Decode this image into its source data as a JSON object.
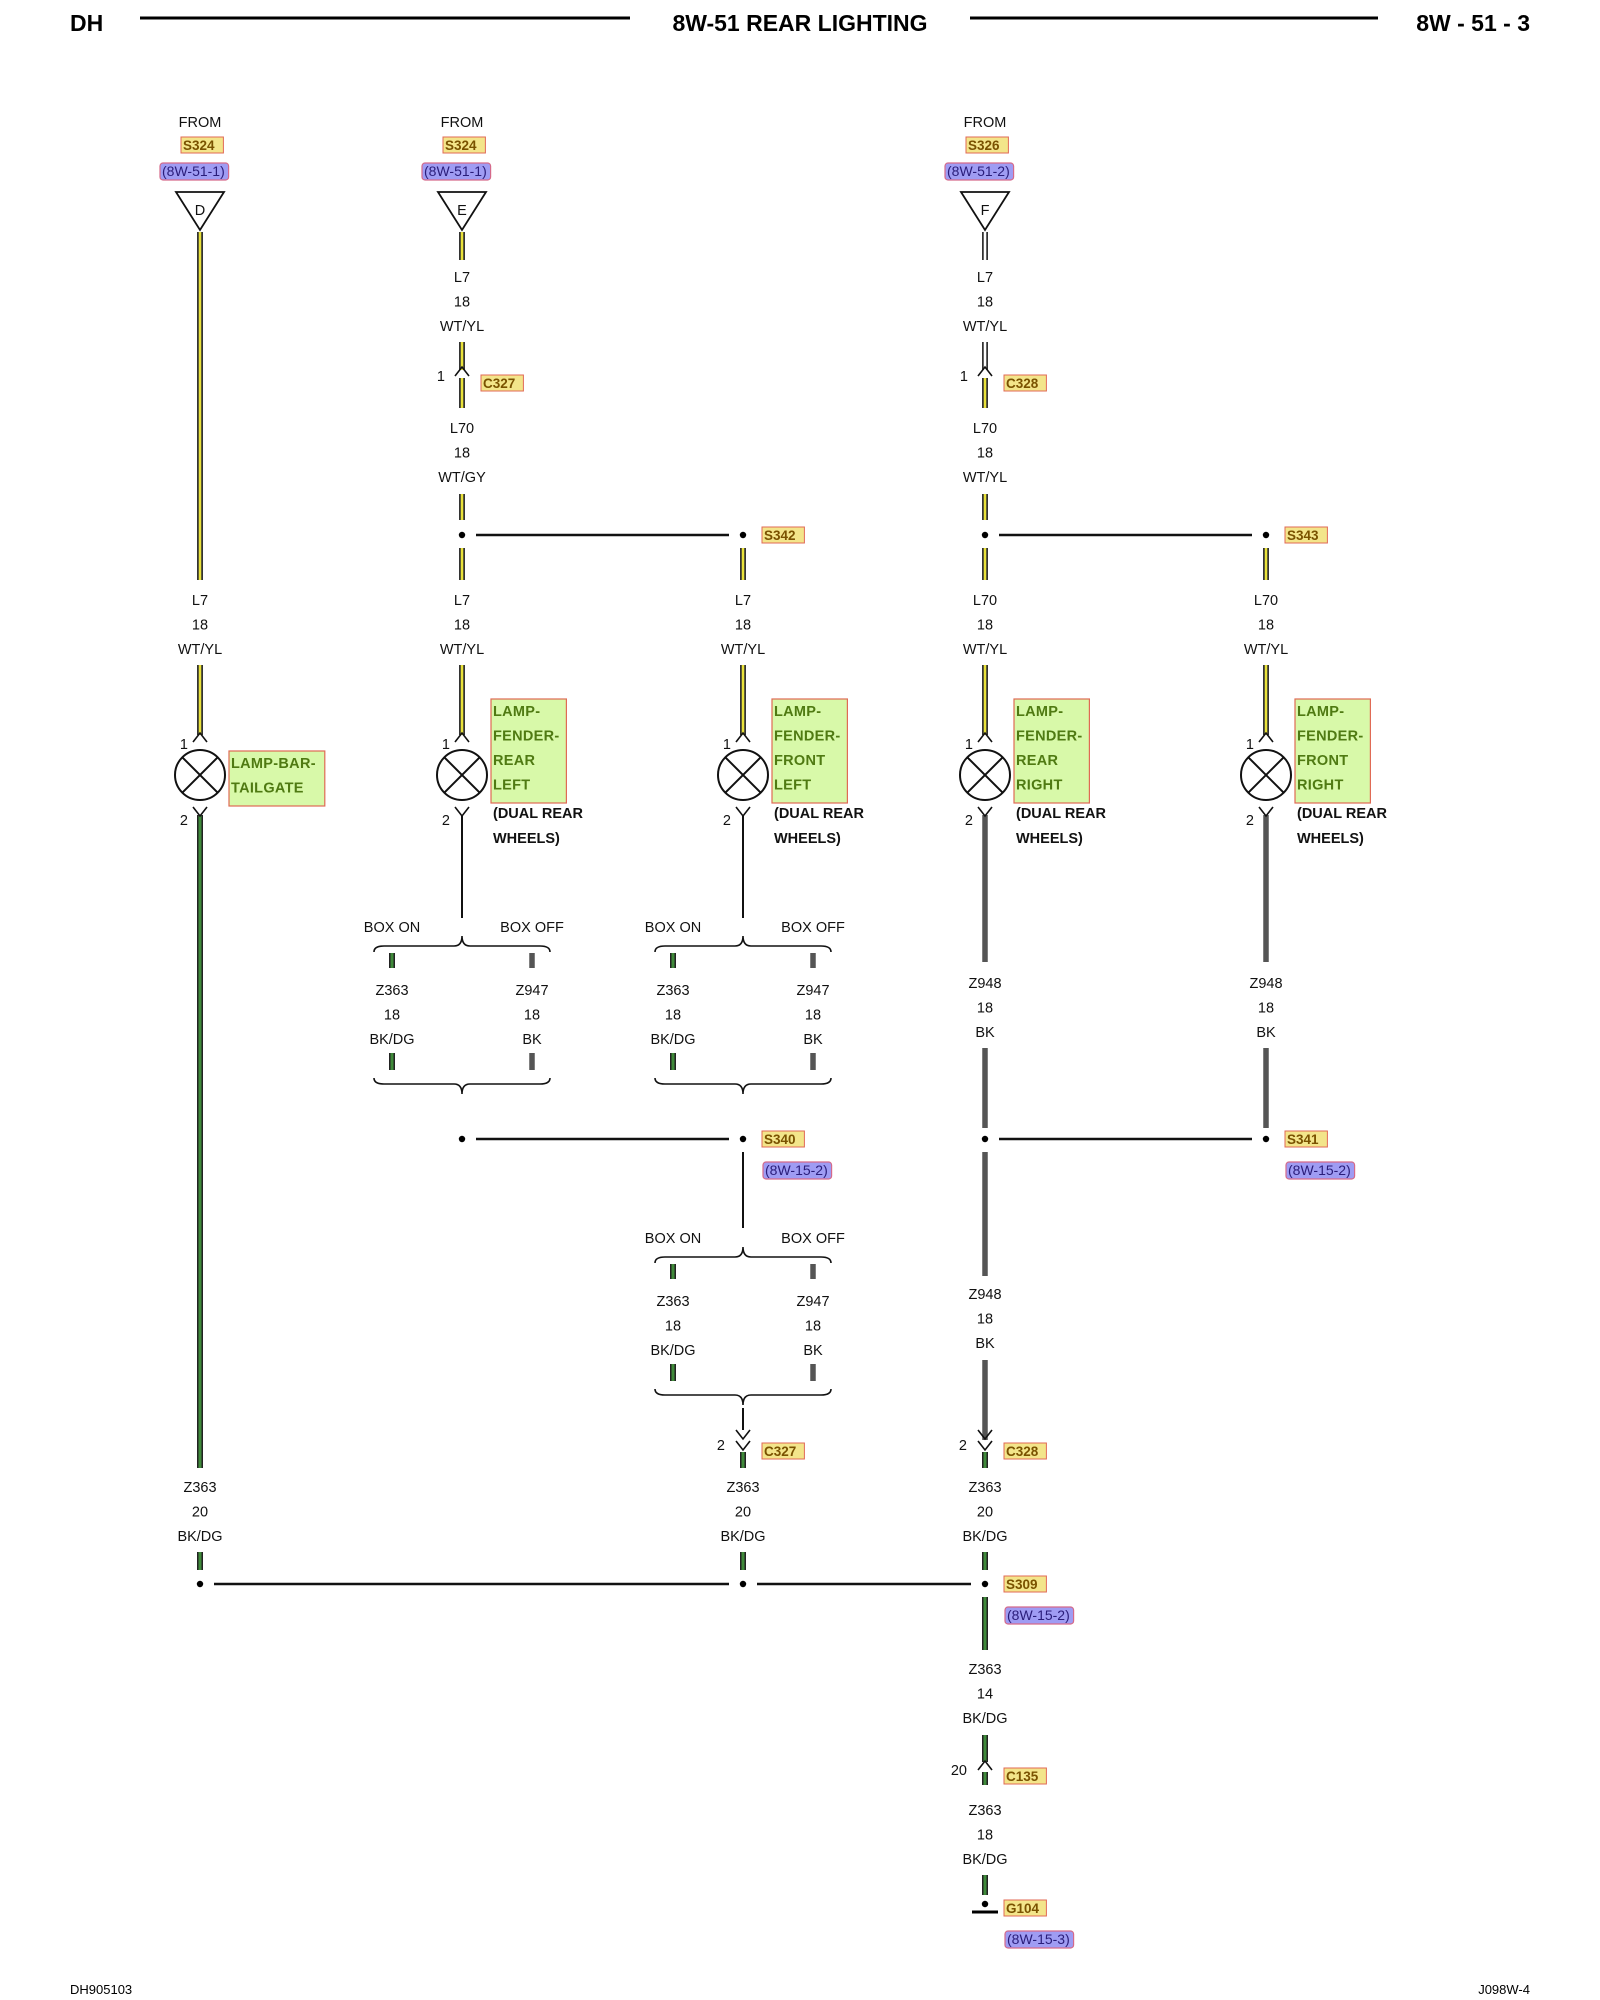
{
  "header": {
    "left": "DH",
    "title": "8W-51 REAR LIGHTING",
    "right": "8W - 51 - 3"
  },
  "footer": {
    "left": "DH905103",
    "right": "J098W-4"
  },
  "colors": {
    "tag_fill": "#f3e58a",
    "tag_border": "#e06a55",
    "ref_fill": "#9f9cf3",
    "ref_border": "#d56a8a",
    "comp_fill": "#d8f9a9",
    "comp_border": "#e06a55",
    "wire_yellow": "#e9e23a",
    "wire_green": "#3f8a3a",
    "wire_gray": "#555555"
  },
  "sources": [
    {
      "from": "FROM",
      "splice": "S324",
      "ref": "(8W-51-1)",
      "letter": "D"
    },
    {
      "from": "FROM",
      "splice": "S324",
      "ref": "(8W-51-1)",
      "letter": "E"
    },
    {
      "from": "FROM",
      "splice": "S326",
      "ref": "(8W-51-2)",
      "letter": "F"
    }
  ],
  "wire_labels": [
    {
      "circuit": "L7",
      "gauge": "18",
      "color": "WT/YL"
    },
    {
      "circuit": "L7",
      "gauge": "18",
      "color": "WT/YL"
    },
    {
      "circuit": "L70",
      "gauge": "18",
      "color": "WT/GY"
    },
    {
      "circuit": "L70",
      "gauge": "18",
      "color": "WT/YL"
    },
    {
      "circuit": "L7",
      "gauge": "18",
      "color": "WT/YL"
    },
    {
      "circuit": "L7",
      "gauge": "18",
      "color": "WT/YL"
    },
    {
      "circuit": "L7",
      "gauge": "18",
      "color": "WT/YL"
    },
    {
      "circuit": "L70",
      "gauge": "18",
      "color": "WT/YL"
    },
    {
      "circuit": "L70",
      "gauge": "18",
      "color": "WT/YL"
    },
    {
      "circuit": "Z363",
      "gauge": "18",
      "color": "BK/DG"
    },
    {
      "circuit": "Z947",
      "gauge": "18",
      "color": "BK"
    },
    {
      "circuit": "Z363",
      "gauge": "18",
      "color": "BK/DG"
    },
    {
      "circuit": "Z947",
      "gauge": "18",
      "color": "BK"
    },
    {
      "circuit": "Z948",
      "gauge": "18",
      "color": "BK"
    },
    {
      "circuit": "Z948",
      "gauge": "18",
      "color": "BK"
    },
    {
      "circuit": "Z363",
      "gauge": "18",
      "color": "BK/DG"
    },
    {
      "circuit": "Z947",
      "gauge": "18",
      "color": "BK"
    },
    {
      "circuit": "Z948",
      "gauge": "18",
      "color": "BK"
    },
    {
      "circuit": "Z363",
      "gauge": "20",
      "color": "BK/DG"
    },
    {
      "circuit": "Z363",
      "gauge": "20",
      "color": "BK/DG"
    },
    {
      "circuit": "Z363",
      "gauge": "20",
      "color": "BK/DG"
    },
    {
      "circuit": "Z363",
      "gauge": "14",
      "color": "BK/DG"
    },
    {
      "circuit": "Z363",
      "gauge": "18",
      "color": "BK/DG"
    }
  ],
  "tags": {
    "c327a": "C327",
    "c328a": "C328",
    "s342": "S342",
    "s343": "S343",
    "s340": "S340",
    "s341": "S341",
    "c327b": "C327",
    "c328b": "C328",
    "s309": "S309",
    "c135": "C135",
    "g104": "G104"
  },
  "refs": {
    "s340": "(8W-15-2)",
    "s341": "(8W-15-2)",
    "s309": "(8W-15-2)",
    "g104": "(8W-15-3)"
  },
  "lamps": [
    {
      "lines": [
        "LAMP-BAR-",
        "TAILGATE"
      ],
      "note": []
    },
    {
      "lines": [
        "LAMP-",
        "FENDER-",
        "REAR",
        "LEFT"
      ],
      "note": [
        "(DUAL REAR",
        "WHEELS)"
      ]
    },
    {
      "lines": [
        "LAMP-",
        "FENDER-",
        "FRONT",
        "LEFT"
      ],
      "note": [
        "(DUAL REAR",
        "WHEELS)"
      ]
    },
    {
      "lines": [
        "LAMP-",
        "FENDER-",
        "REAR",
        "RIGHT"
      ],
      "note": [
        "(DUAL REAR",
        "WHEELS)"
      ]
    },
    {
      "lines": [
        "LAMP-",
        "FENDER-",
        "FRONT",
        "RIGHT"
      ],
      "note": [
        "(DUAL REAR",
        "WHEELS)"
      ]
    }
  ],
  "options": {
    "box_on": "BOX ON",
    "box_off": "BOX OFF"
  },
  "pins": {
    "p1": "1",
    "p2": "2",
    "p20": "20"
  }
}
